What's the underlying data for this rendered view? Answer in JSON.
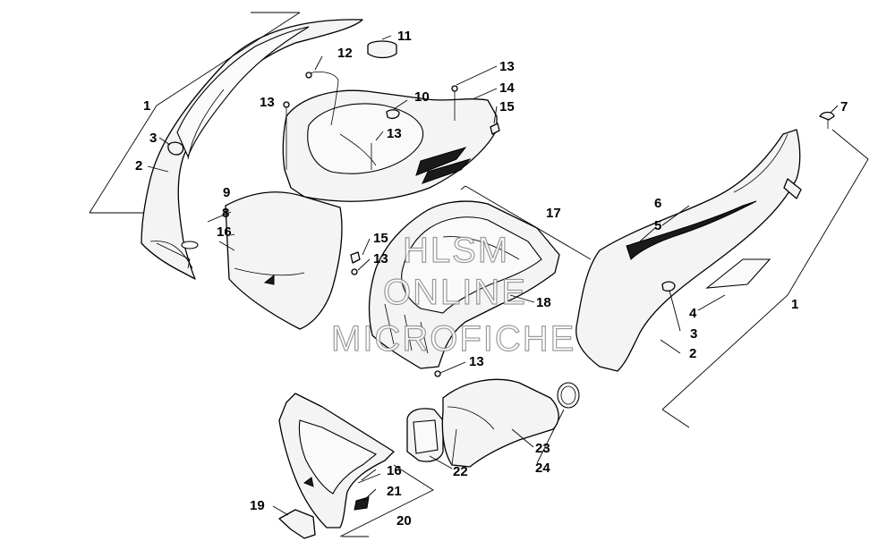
{
  "diagram": {
    "type": "exploded-parts-diagram",
    "callouts": [
      {
        "id": "c1a",
        "label": "1"
      },
      {
        "id": "c3a",
        "label": "3"
      },
      {
        "id": "c2a",
        "label": "2"
      },
      {
        "id": "c8",
        "label": "8"
      },
      {
        "id": "c16a",
        "label": "16"
      },
      {
        "id": "c9",
        "label": "9"
      },
      {
        "id": "c13a",
        "label": "13"
      },
      {
        "id": "c12",
        "label": "12"
      },
      {
        "id": "c11",
        "label": "11"
      },
      {
        "id": "c10",
        "label": "10"
      },
      {
        "id": "c13b",
        "label": "13"
      },
      {
        "id": "c13c",
        "label": "13"
      },
      {
        "id": "c14",
        "label": "14"
      },
      {
        "id": "c15a",
        "label": "15"
      },
      {
        "id": "c7",
        "label": "7"
      },
      {
        "id": "c6",
        "label": "6"
      },
      {
        "id": "c5",
        "label": "5"
      },
      {
        "id": "c17",
        "label": "17"
      },
      {
        "id": "c15b",
        "label": "15"
      },
      {
        "id": "c13d",
        "label": "13"
      },
      {
        "id": "c18",
        "label": "18"
      },
      {
        "id": "c13e",
        "label": "13"
      },
      {
        "id": "c4",
        "label": "4"
      },
      {
        "id": "c1b",
        "label": "1"
      },
      {
        "id": "c3b",
        "label": "3"
      },
      {
        "id": "c2b",
        "label": "2"
      },
      {
        "id": "c23",
        "label": "23"
      },
      {
        "id": "c24",
        "label": "24"
      },
      {
        "id": "c22",
        "label": "22"
      },
      {
        "id": "c16b",
        "label": "16"
      },
      {
        "id": "c21",
        "label": "21"
      },
      {
        "id": "c19",
        "label": "19"
      },
      {
        "id": "c20",
        "label": "20"
      }
    ],
    "watermark": {
      "line1": "HLSM",
      "line2": "ONLINE",
      "line3": "MICROFICHE"
    }
  },
  "icons": {
    "parts": "line-art-part-icons"
  }
}
